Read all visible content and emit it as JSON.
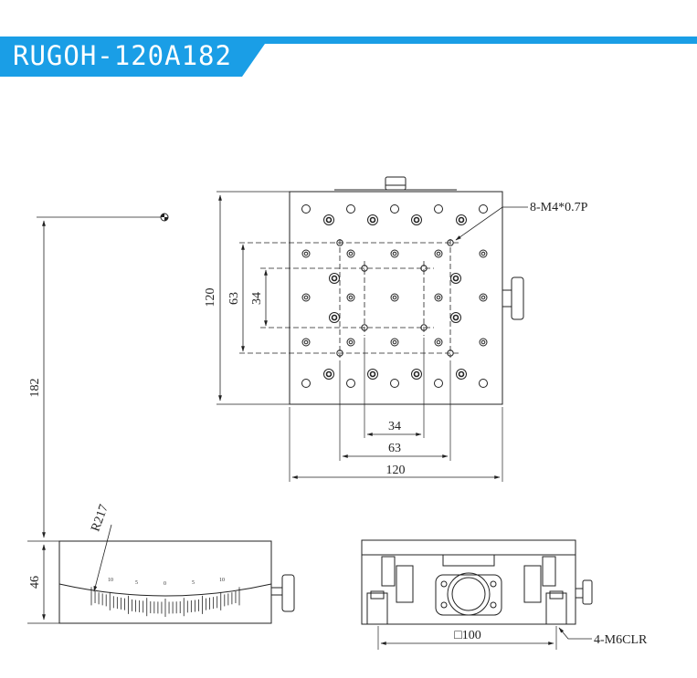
{
  "header": {
    "title": "RUGOH-120A182",
    "accent_color": "#1a9ee6"
  },
  "drawing": {
    "top_view": {
      "width_label": "120",
      "height_label": "120",
      "hole_span_outer_h": "63",
      "hole_span_inner_h": "34",
      "hole_span_outer_w": "63",
      "hole_span_inner_w": "34",
      "callout_holes": "8-M4*0.7P"
    },
    "side_view": {
      "total_height": "182",
      "body_height": "46",
      "radius_label": "R217",
      "scale_marks": [
        "10",
        "5",
        "0",
        "5",
        "10"
      ]
    },
    "end_view": {
      "mount_span": "□100",
      "callout_mount": "4-M6CLR"
    }
  }
}
